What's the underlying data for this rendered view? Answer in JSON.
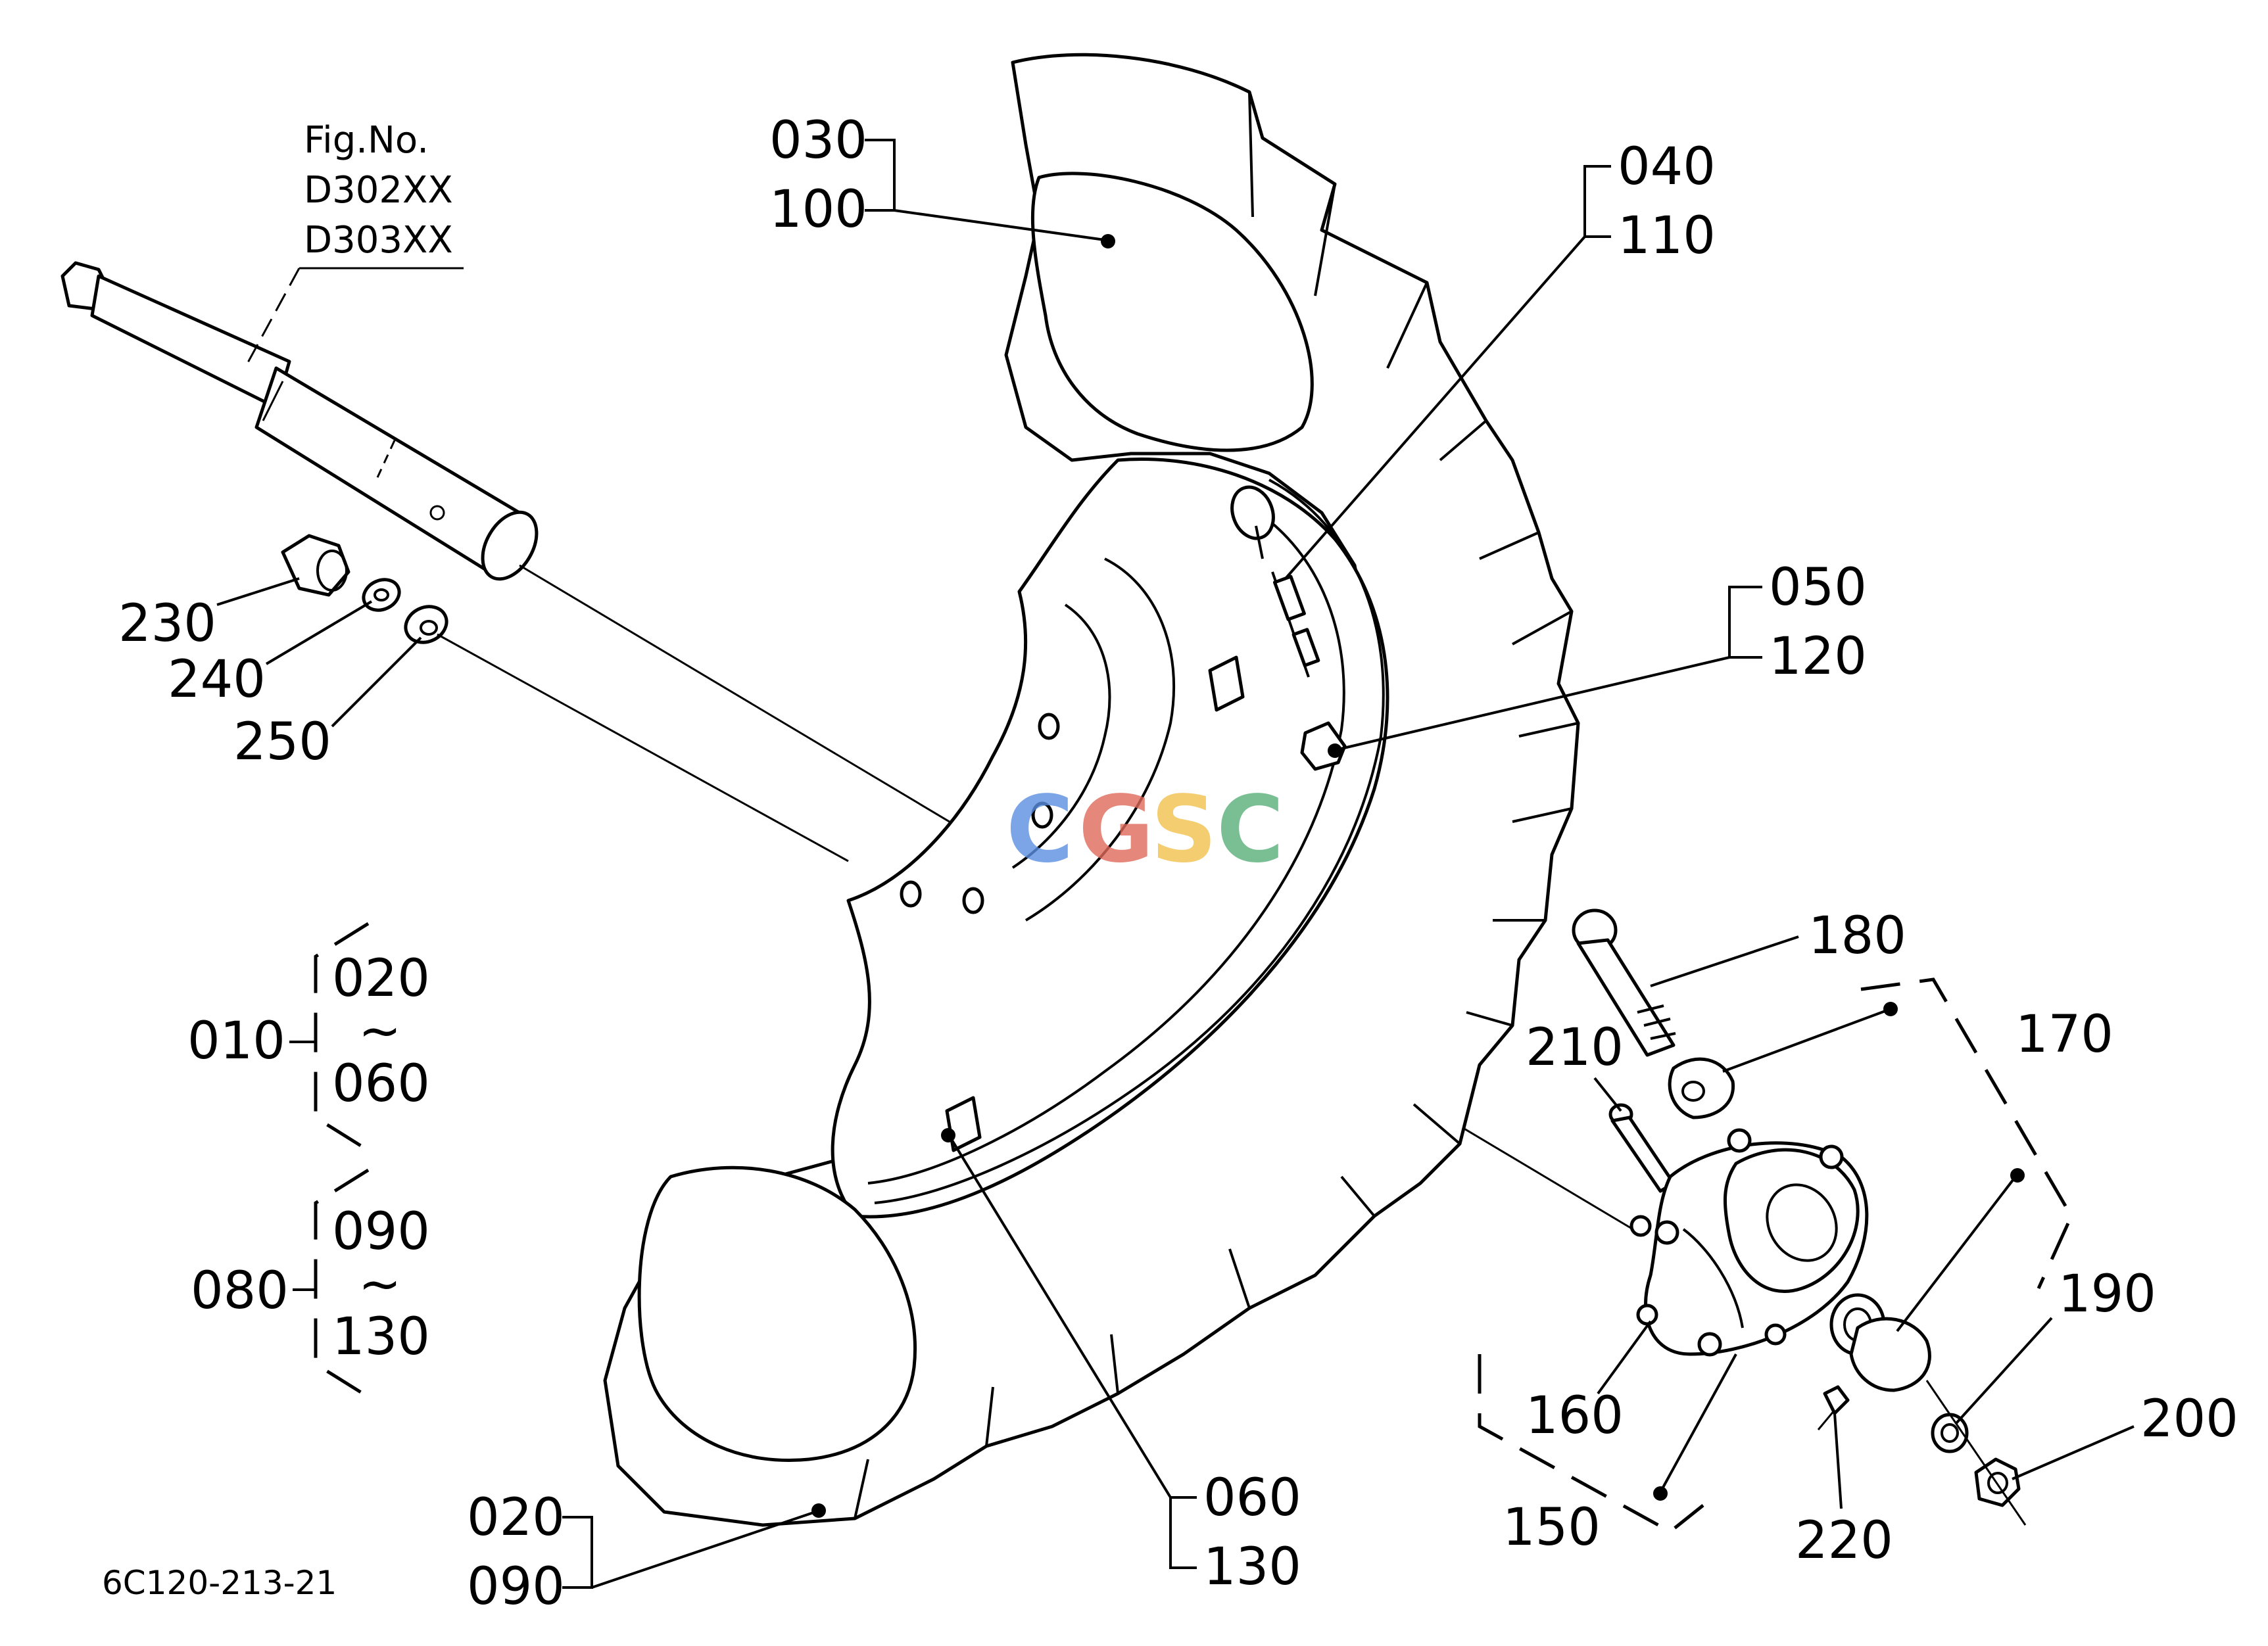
{
  "figure": {
    "fig_no_label": "Fig.No.",
    "fig_refs": [
      "D302XX",
      "D303XX"
    ],
    "drawing_code": "6C120-213-21",
    "watermark": "CGSC"
  },
  "callouts": {
    "p030": "030",
    "p100": "100",
    "p040": "040",
    "p110": "110",
    "p050": "050",
    "p120": "120",
    "p180": "180",
    "p170": "170",
    "p210": "210",
    "p190": "190",
    "p200": "200",
    "p160": "160",
    "p150": "150",
    "p220": "220",
    "p060": "060",
    "p130": "130",
    "p020": "020",
    "p090": "090",
    "p230": "230",
    "p240": "240",
    "p250": "250"
  },
  "groups": {
    "g010": {
      "parent": "010",
      "from": "020",
      "tilde": "~",
      "to": "060"
    },
    "g080": {
      "parent": "080",
      "from": "090",
      "tilde": "~",
      "to": "130"
    }
  },
  "colors": {
    "watermark_c1": "#5b8fe0",
    "watermark_g": "#e06a5b",
    "watermark_s": "#f2c14e",
    "watermark_c2": "#59b07a"
  }
}
